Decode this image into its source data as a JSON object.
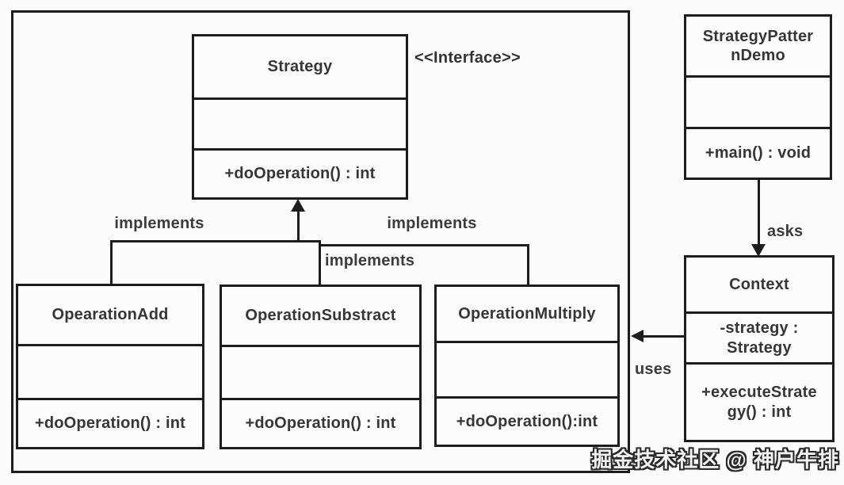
{
  "diagram": {
    "stereotype_label": "<<Interface>>",
    "classes": {
      "strategy": {
        "name": "Strategy",
        "methods": "+doOperation() : int"
      },
      "opearation_add": {
        "name": "OpearationAdd",
        "methods": "+doOperation() : int"
      },
      "operation_substract": {
        "name": "OperationSubstract",
        "methods": "+doOperation() : int"
      },
      "operation_multiply": {
        "name": "OperationMultiply",
        "methods": "+doOperation():int"
      },
      "strategy_pattern_demo": {
        "name_lines": [
          "StrategyPatter",
          "nDemo"
        ],
        "methods": "+main() : void"
      },
      "context": {
        "name": "Context",
        "attribute_lines": [
          "-strategy :",
          "Strategy"
        ],
        "method_lines": [
          "+executeStrate",
          "gy() : int"
        ]
      }
    },
    "relationships": {
      "implements_add": "implements",
      "implements_substract": "implements",
      "implements_multiply": "implements",
      "asks": "asks",
      "uses": "uses"
    },
    "watermark": "掘金技术社区 @ 神户牛排",
    "colors": {
      "line": "#1d1d1d",
      "text": "#363636",
      "background": "#fbfbfb",
      "watermark_fill": "#f2f2f2",
      "watermark_outline": "#2a2a2a"
    }
  }
}
